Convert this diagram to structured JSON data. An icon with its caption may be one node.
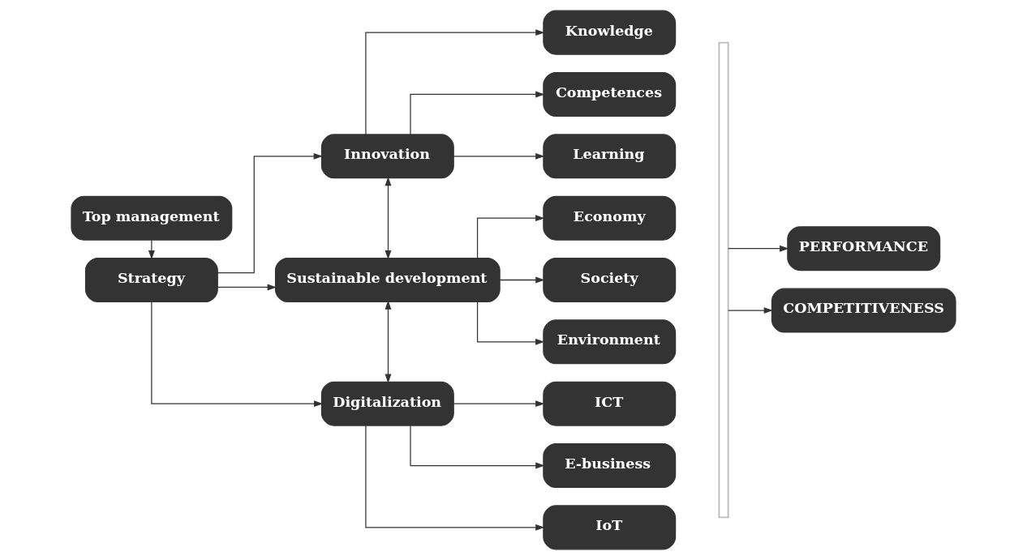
{
  "diagram": {
    "nodes": [
      {
        "text": [
          "Top management"
        ]
      },
      {
        "text": [
          "Strategy"
        ]
      },
      {
        "text": [
          "Innovation"
        ]
      },
      {
        "text": [
          "Sustainable development"
        ]
      },
      {
        "text": [
          "Digitalization"
        ]
      },
      {
        "text": [
          "Knowledge"
        ]
      },
      {
        "text": [
          "Competences"
        ]
      },
      {
        "text": [
          "Learning"
        ]
      },
      {
        "text": [
          "Economy"
        ]
      },
      {
        "text": [
          "Society"
        ]
      },
      {
        "text": [
          "Environment"
        ]
      },
      {
        "text": [
          "ICT"
        ]
      },
      {
        "text": [
          "E-business"
        ]
      },
      {
        "text": [
          "IoT"
        ]
      },
      {
        "text": [],
        "shape": "bracket"
      },
      {
        "text": [
          "PERFORMANCE"
        ]
      },
      {
        "text": [
          "COMPETITIVENESS"
        ]
      }
    ],
    "edges": [
      {
        "from": 0,
        "to": 1,
        "arrow": "to"
      },
      {
        "from": 1,
        "to": 2,
        "arrow": "to"
      },
      {
        "from": 1,
        "to": 3,
        "arrow": "to"
      },
      {
        "from": 1,
        "to": 4,
        "arrow": "to"
      },
      {
        "from": 2,
        "to": 3,
        "arrow": "both"
      },
      {
        "from": 3,
        "to": 4,
        "arrow": "both"
      },
      {
        "from": 2,
        "to": 5,
        "arrow": "to"
      },
      {
        "from": 2,
        "to": 6,
        "arrow": "to"
      },
      {
        "from": 2,
        "to": 7,
        "arrow": "to"
      },
      {
        "from": 3,
        "to": 8,
        "arrow": "to"
      },
      {
        "from": 3,
        "to": 9,
        "arrow": "to"
      },
      {
        "from": 3,
        "to": 10,
        "arrow": "to"
      },
      {
        "from": 4,
        "to": 11,
        "arrow": "to"
      },
      {
        "from": 4,
        "to": 12,
        "arrow": "to"
      },
      {
        "from": 4,
        "to": 13,
        "arrow": "to"
      },
      {
        "from": 14,
        "to": 15,
        "arrow": "to"
      },
      {
        "from": 14,
        "to": 16,
        "arrow": "to"
      }
    ]
  }
}
